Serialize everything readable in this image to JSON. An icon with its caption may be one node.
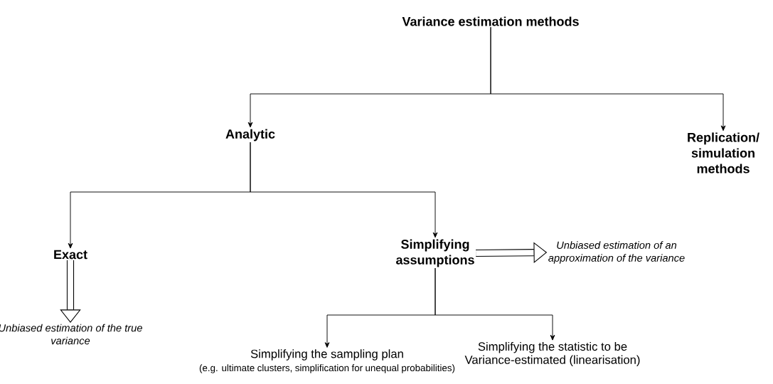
{
  "diagram": {
    "nodes": [
      {
        "text": [
          "Variance estimation methods"
        ]
      },
      {
        "text": [
          "Analytic"
        ]
      },
      {
        "text": [
          "Replication/ simulation methods"
        ]
      },
      {
        "text": [
          "Exact"
        ]
      },
      {
        "text": [
          "Simplifying assumptions"
        ]
      },
      {
        "text": [
          "Unbiased estimation of the true variance"
        ]
      },
      {
        "text": [
          "Unbiased estimation of an approximation of the variance"
        ]
      },
      {
        "text": [
          "Simplifying the sampling plan",
          "(e.g. ultimate clusters, simplification for unequal probabilities)"
        ]
      },
      {
        "text": [
          "Simplifying the statistic to be Variance-estimated (linearisation)"
        ]
      }
    ],
    "edges": [
      {
        "from": 0,
        "to": 1,
        "arrow": "to"
      },
      {
        "from": 0,
        "to": 2,
        "arrow": "to"
      },
      {
        "from": 1,
        "to": 3,
        "arrow": "to"
      },
      {
        "from": 1,
        "to": 4,
        "arrow": "to"
      },
      {
        "from": 3,
        "to": 5,
        "arrow": "to",
        "style": "thick"
      },
      {
        "from": 4,
        "to": 6,
        "arrow": "to",
        "style": "thick"
      },
      {
        "from": 4,
        "to": 7,
        "arrow": "to"
      },
      {
        "from": 4,
        "to": 8,
        "arrow": "to"
      }
    ]
  }
}
